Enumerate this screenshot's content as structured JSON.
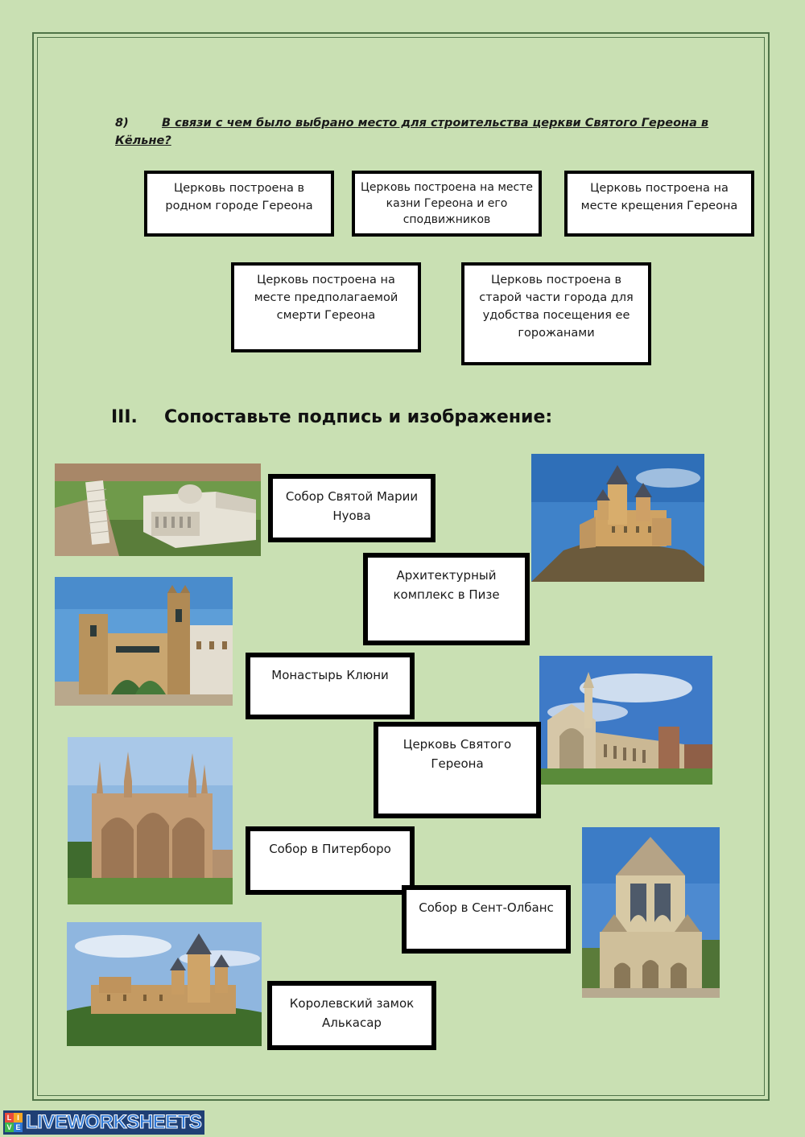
{
  "question": {
    "number": "8)",
    "text": "В связи с чем было выбрано место для строительства церкви Святого Гереона в Кёльне?"
  },
  "answers": [
    "Церковь построена в родном городе Гереона",
    "Церковь построена на месте казни Гереона и его сподвижников",
    "Церковь построена на месте крещения Гереона",
    "Церковь построена на месте предполагаемой смерти Гереона",
    "Церковь построена в старой части города для удобства посещения ее горожанами"
  ],
  "section": {
    "numeral": "III.",
    "title": "Сопоставьте подпись и изображение:"
  },
  "captions": [
    "Собор Святой Марии Нуова",
    "Архитектурный комплекс в Пизе",
    "Монастырь Клюни",
    "Церковь Святого Гереона",
    "Собор в Питерборо",
    "Собор в Сент-Олбанс",
    "Королевский замок Алькасар"
  ],
  "logo": {
    "text": "LIVEWORKSHEETS",
    "cube_letters": [
      "L",
      "I",
      "V",
      "E"
    ]
  }
}
